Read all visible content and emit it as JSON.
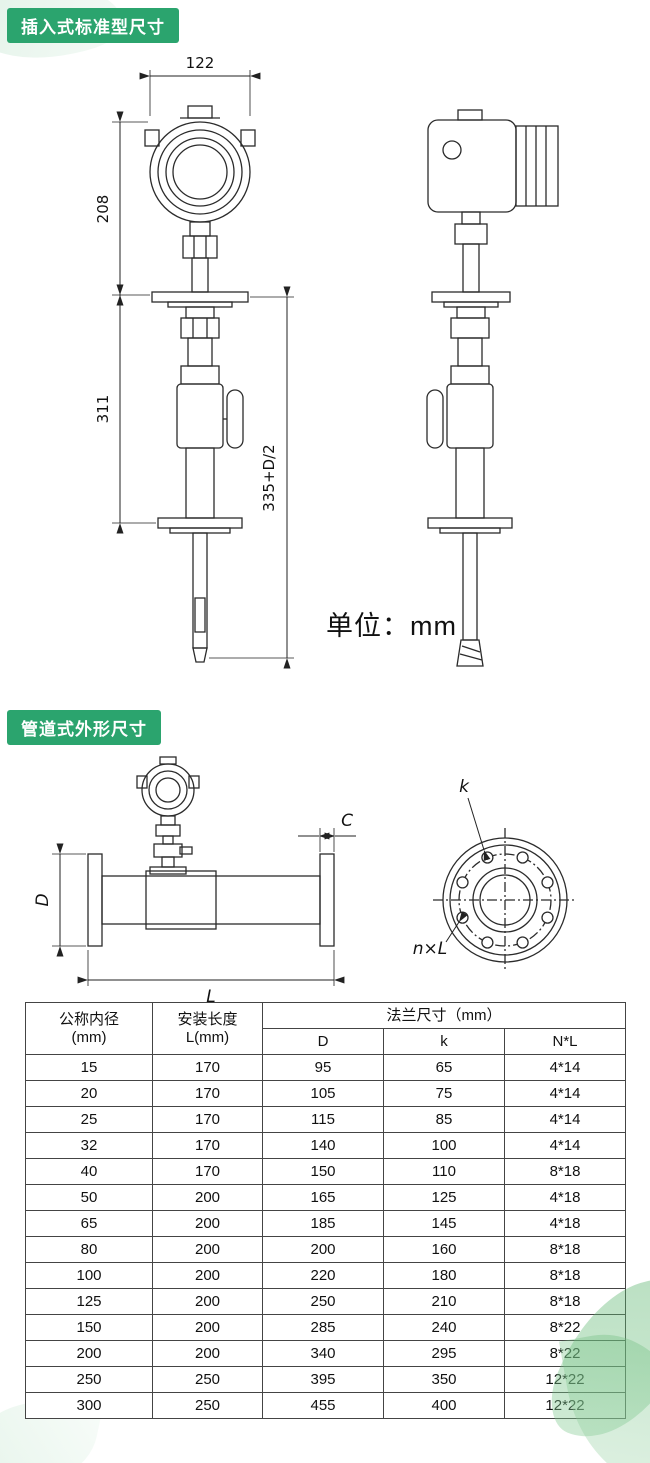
{
  "colors": {
    "badge_bg": "#2ba46e",
    "badge_text": "#ffffff",
    "drawing_line": "#2b2b2b",
    "leaf_green": "#5cb779",
    "table_border": "#444444"
  },
  "sections": {
    "insertion": {
      "badge": "插入式标准型尺寸"
    },
    "pipeline": {
      "badge": "管道式外形尺寸"
    }
  },
  "unit_note": "单位：mm",
  "insertion_drawing": {
    "labels": {
      "width": "122",
      "upper_height": "208",
      "mid_height": "311",
      "insertion_depth": "335+D/2"
    }
  },
  "pipeline_drawing": {
    "labels": {
      "flange_thickness": "C",
      "bolt_circle_dia": "k",
      "pipe_dia": "D",
      "install_length": "L",
      "bolt_holes": "n×L"
    }
  },
  "table": {
    "headers": {
      "nominal_line1": "公称内径",
      "nominal_line2": "(mm)",
      "length_line1": "安装长度",
      "length_line2": "L(mm)",
      "flange_group": "法兰尺寸（mm）",
      "d": "D",
      "k": "k",
      "nl": "N*L"
    },
    "rows": [
      [
        "15",
        "170",
        "95",
        "65",
        "4*14"
      ],
      [
        "20",
        "170",
        "105",
        "75",
        "4*14"
      ],
      [
        "25",
        "170",
        "115",
        "85",
        "4*14"
      ],
      [
        "32",
        "170",
        "140",
        "100",
        "4*14"
      ],
      [
        "40",
        "170",
        "150",
        "110",
        "8*18"
      ],
      [
        "50",
        "200",
        "165",
        "125",
        "4*18"
      ],
      [
        "65",
        "200",
        "185",
        "145",
        "4*18"
      ],
      [
        "80",
        "200",
        "200",
        "160",
        "8*18"
      ],
      [
        "100",
        "200",
        "220",
        "180",
        "8*18"
      ],
      [
        "125",
        "200",
        "250",
        "210",
        "8*18"
      ],
      [
        "150",
        "200",
        "285",
        "240",
        "8*22"
      ],
      [
        "200",
        "200",
        "340",
        "295",
        "8*22"
      ],
      [
        "250",
        "250",
        "395",
        "350",
        "12*22"
      ],
      [
        "300",
        "250",
        "455",
        "400",
        "12*22"
      ]
    ]
  }
}
